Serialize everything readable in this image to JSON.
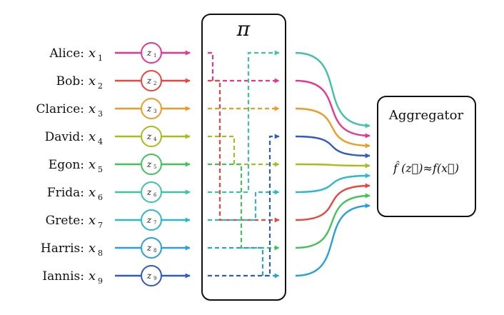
{
  "diagram": {
    "inputs": [
      {
        "name": "Alice:",
        "var": "x",
        "sub": "1",
        "z": "z",
        "zsub": "1",
        "color": "#e8358f"
      },
      {
        "name": "Bob:",
        "var": "x",
        "sub": "2",
        "z": "z",
        "zsub": "2",
        "color": "#e8473f"
      },
      {
        "name": "Clarice:",
        "var": "x",
        "sub": "3",
        "z": "z",
        "zsub": "3",
        "color": "#f09a26"
      },
      {
        "name": "David:",
        "var": "x",
        "sub": "4",
        "z": "z",
        "zsub": "4",
        "color": "#a8bb1f"
      },
      {
        "name": "Egon:",
        "var": "x",
        "sub": "5",
        "z": "z",
        "zsub": "5",
        "color": "#43c25a"
      },
      {
        "name": "Frida:",
        "var": "x",
        "sub": "6",
        "z": "z",
        "zsub": "6",
        "color": "#3ec3a6"
      },
      {
        "name": "Grete:",
        "var": "x",
        "sub": "7",
        "z": "z",
        "zsub": "7",
        "color": "#2bb9c7"
      },
      {
        "name": "Harris:",
        "var": "x",
        "sub": "8",
        "z": "z",
        "zsub": "8",
        "color": "#2a9fd9"
      },
      {
        "name": "Iannis:",
        "var": "x",
        "sub": "9",
        "z": "z",
        "zsub": "9",
        "color": "#2e5bc4"
      }
    ],
    "permutation_label": "π",
    "permutation": [
      2,
      7,
      3,
      5,
      8,
      1,
      6,
      9,
      4
    ],
    "aggregator": {
      "title": "Aggregator",
      "formula": "f̂ (z⃗)≈f(x⃗)"
    }
  }
}
